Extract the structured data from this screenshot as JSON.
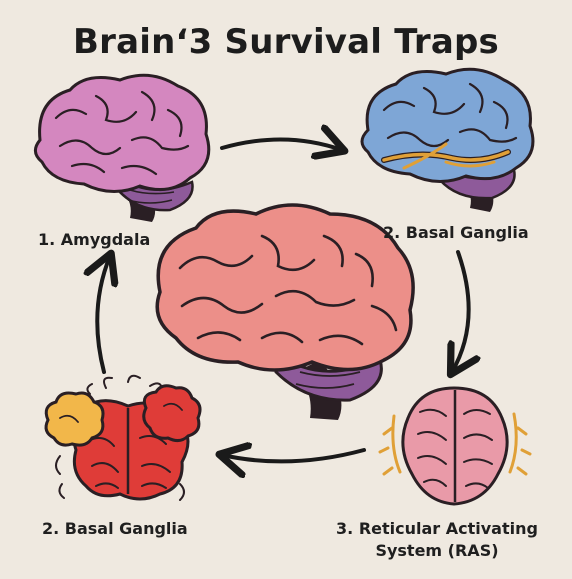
{
  "title": "Brain‘3 Survival Traps",
  "labels": {
    "top_left": "1. Amygdala",
    "top_right": "2. Basal Ganglia",
    "bottom_left": "2. Basal Ganglia",
    "bottom_right_line1": "3. Reticular Activating",
    "bottom_right_line2": "System (RAS)"
  },
  "colors": {
    "background": "#efe9e0",
    "outline": "#2a1f24",
    "brain_pink": "#d487bf",
    "brain_blue": "#7ea6d6",
    "brain_center": "#ec8f89",
    "brain_red": "#df3c38",
    "brain_yellow": "#f2b74a",
    "brain_rose": "#e99aa8",
    "stem_purple": "#8e5a9a",
    "ganglia_orange": "#e0a037"
  }
}
